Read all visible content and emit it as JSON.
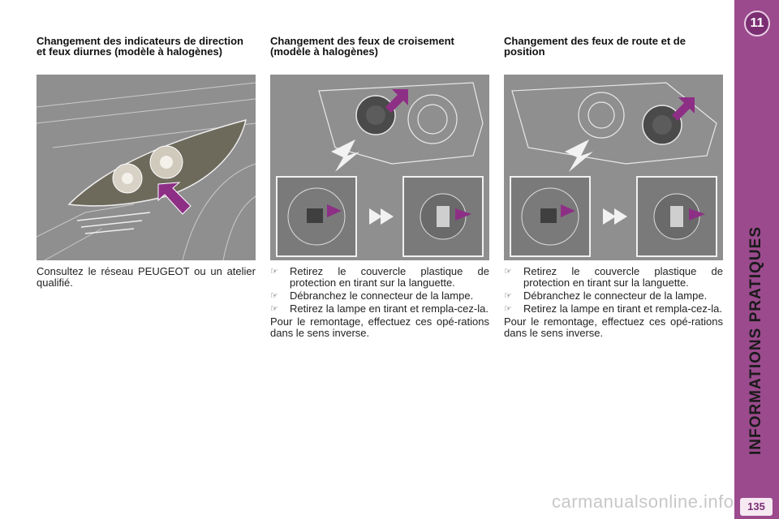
{
  "chapter": {
    "number": "11",
    "title": "INFORMATIONS PRATIQUES"
  },
  "page_number": "135",
  "watermark": "carmanualsonline.info",
  "sections": [
    {
      "heading": "Changement des indicateurs de direction et feux diurnes (modèle à halogènes)",
      "text": "Consultez le réseau PEUGEOT ou un atelier qualifié."
    },
    {
      "heading": "Changement des feux de croisement (modèle à halogènes)",
      "steps": [
        "Retirez le couvercle plastique de protection en tirant sur la languette.",
        "Débranchez le connecteur de la lampe.",
        "Retirez la lampe en tirant et rempla-cez-la."
      ],
      "after": "Pour le remontage, effectuez ces opé-rations dans le sens inverse."
    },
    {
      "heading": "Changement des feux de route et de position",
      "steps": [
        "Retirez le couvercle plastique de protection en tirant sur la languette.",
        "Débranchez le connecteur de la lampe.",
        "Retirez la lampe en tirant et rempla-cez-la."
      ],
      "after": "Pour le remontage, effectuez ces opé-rations dans le sens inverse."
    }
  ],
  "colors": {
    "accent": "#9b4a8d",
    "arrow": "#8e2f86",
    "figure_bg": "#8f8f8f"
  },
  "icons": {
    "bullet": "pointing-hand-icon",
    "step_arrow": "double-chevron-icon"
  }
}
